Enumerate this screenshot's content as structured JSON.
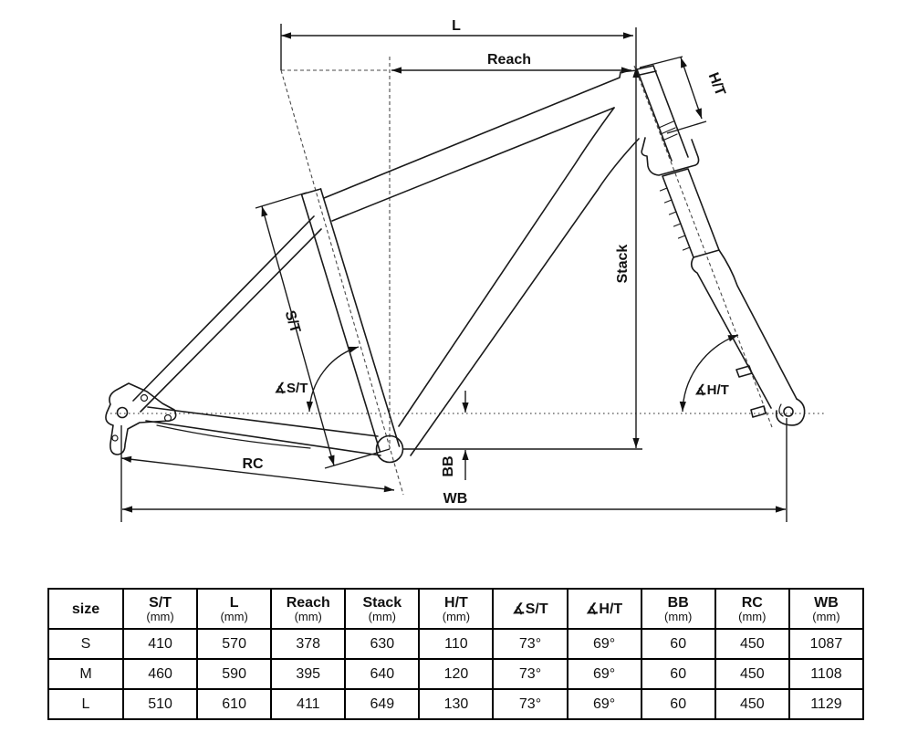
{
  "diagram": {
    "labels": {
      "l": "L",
      "reach": "Reach",
      "ht": "H/T",
      "stack": "Stack",
      "st": "S/T",
      "angle_st": "∡S/T",
      "angle_ht": "∡H/T",
      "rc": "RC",
      "bb": "BB",
      "wb": "WB"
    },
    "colors": {
      "ink": "#1a1a1a",
      "background": "#ffffff"
    }
  },
  "table": {
    "columns": [
      {
        "label": "size",
        "unit": ""
      },
      {
        "label": "S/T",
        "unit": "(mm)"
      },
      {
        "label": "L",
        "unit": "(mm)"
      },
      {
        "label": "Reach",
        "unit": "(mm)"
      },
      {
        "label": "Stack",
        "unit": "(mm)"
      },
      {
        "label": "H/T",
        "unit": "(mm)"
      },
      {
        "label": "∡S/T",
        "unit": ""
      },
      {
        "label": "∡H/T",
        "unit": ""
      },
      {
        "label": "BB",
        "unit": "(mm)"
      },
      {
        "label": "RC",
        "unit": "(mm)"
      },
      {
        "label": "WB",
        "unit": "(mm)"
      }
    ],
    "rows": [
      {
        "cells": [
          "S",
          "410",
          "570",
          "378",
          "630",
          "110",
          "73°",
          "69°",
          "60",
          "450",
          "1087"
        ]
      },
      {
        "cells": [
          "M",
          "460",
          "590",
          "395",
          "640",
          "120",
          "73°",
          "69°",
          "60",
          "450",
          "1108"
        ]
      },
      {
        "cells": [
          "L",
          "510",
          "610",
          "411",
          "649",
          "130",
          "73°",
          "69°",
          "60",
          "450",
          "1129"
        ]
      }
    ]
  }
}
